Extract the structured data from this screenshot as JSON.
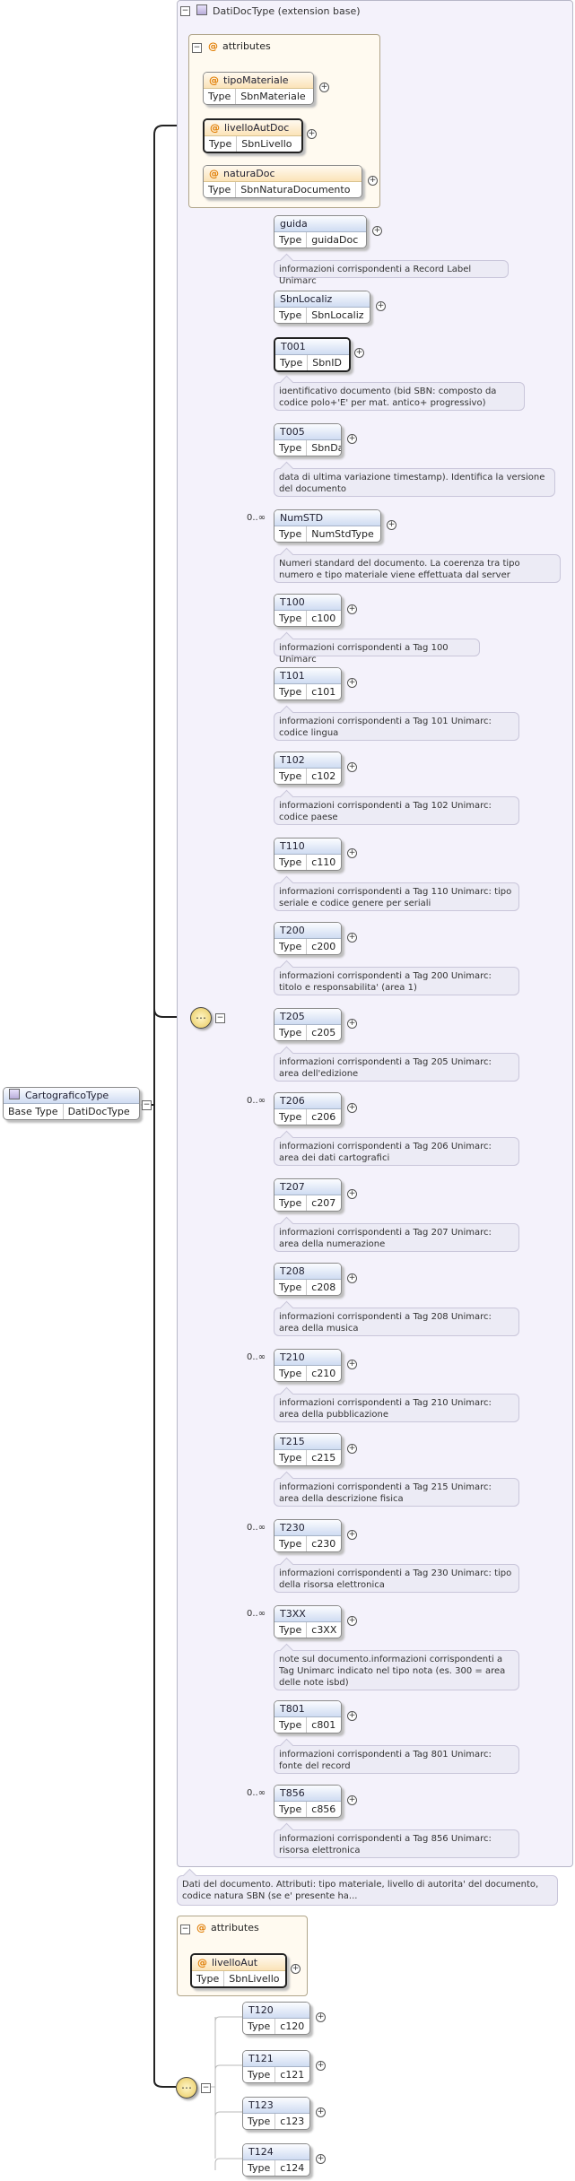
{
  "root": {
    "name": "CartograficoType",
    "base_key": "Base Type",
    "base_value": "DatiDocType"
  },
  "extension": {
    "title": "DatiDocType (extension base)"
  },
  "attributes_label": "attributes",
  "attrs": [
    {
      "name": "tipoMateriale",
      "type_key": "Type",
      "type_value": "SbnMateriale"
    },
    {
      "name": "livelloAutDoc",
      "type_key": "Type",
      "type_value": "SbnLivello"
    },
    {
      "name": "naturaDoc",
      "type_key": "Type",
      "type_value": "SbnNaturaDocumento"
    }
  ],
  "elements": [
    {
      "name": "guida",
      "type_key": "Type",
      "type_value": "guidaDoc",
      "occ": "",
      "doc": "informazioni corrispondenti a Record Label Unimarc"
    },
    {
      "name": "SbnLocaliz",
      "type_key": "Type",
      "type_value": "SbnLocaliz",
      "occ": "",
      "doc": ""
    },
    {
      "name": "T001",
      "type_key": "Type",
      "type_value": "SbnID",
      "occ": "",
      "doc": "identificativo documento (bid SBN: composto da codice polo+'E' per mat. antico+ progressivo)"
    },
    {
      "name": "T005",
      "type_key": "Type",
      "type_value": "SbnDatavar",
      "occ": "",
      "doc": "data di ultima variazione timestamp). Identifica la versione del documento"
    },
    {
      "name": "NumSTD",
      "type_key": "Type",
      "type_value": "NumStdType",
      "occ": "0..∞",
      "doc": "Numeri standard del documento. La coerenza tra tipo numero e tipo materiale viene effettuata dal server"
    },
    {
      "name": "T100",
      "type_key": "Type",
      "type_value": "c100",
      "occ": "",
      "doc": "informazioni corrispondenti a Tag 100 Unimarc"
    },
    {
      "name": "T101",
      "type_key": "Type",
      "type_value": "c101",
      "occ": "",
      "doc": "informazioni corrispondenti a Tag 101 Unimarc: codice lingua"
    },
    {
      "name": "T102",
      "type_key": "Type",
      "type_value": "c102",
      "occ": "",
      "doc": "informazioni corrispondenti a Tag 102 Unimarc: codice paese"
    },
    {
      "name": "T110",
      "type_key": "Type",
      "type_value": "c110",
      "occ": "",
      "doc": "informazioni corrispondenti a Tag 110 Unimarc: tipo seriale e codice genere per seriali"
    },
    {
      "name": "T200",
      "type_key": "Type",
      "type_value": "c200",
      "occ": "",
      "doc": "informazioni corrispondenti a Tag 200 Unimarc: titolo e responsabilita' (area 1)"
    },
    {
      "name": "T205",
      "type_key": "Type",
      "type_value": "c205",
      "occ": "",
      "doc": "informazioni corrispondenti a Tag 205 Unimarc: area dell'edizione"
    },
    {
      "name": "T206",
      "type_key": "Type",
      "type_value": "c206",
      "occ": "0..∞",
      "doc": "informazioni corrispondenti a Tag 206 Unimarc: area dei dati cartografici"
    },
    {
      "name": "T207",
      "type_key": "Type",
      "type_value": "c207",
      "occ": "",
      "doc": "informazioni corrispondenti a Tag 207 Unimarc: area della numerazione"
    },
    {
      "name": "T208",
      "type_key": "Type",
      "type_value": "c208",
      "occ": "",
      "doc": "informazioni corrispondenti a Tag 208 Unimarc: area della musica"
    },
    {
      "name": "T210",
      "type_key": "Type",
      "type_value": "c210",
      "occ": "0..∞",
      "doc": "informazioni corrispondenti a Tag 210 Unimarc: area della pubblicazione"
    },
    {
      "name": "T215",
      "type_key": "Type",
      "type_value": "c215",
      "occ": "",
      "doc": "informazioni corrispondenti a Tag 215 Unimarc: area della descrizione fisica"
    },
    {
      "name": "T230",
      "type_key": "Type",
      "type_value": "c230",
      "occ": "0..∞",
      "doc": "informazioni corrispondenti a Tag 230 Unimarc: tipo della risorsa elettronica"
    },
    {
      "name": "T3XX",
      "type_key": "Type",
      "type_value": "c3XX",
      "occ": "0..∞",
      "doc": "note sul documento.informazioni corrispondenti a Tag Unimarc indicato nel tipo nota (es. 300 = area delle note isbd)"
    },
    {
      "name": "T801",
      "type_key": "Type",
      "type_value": "c801",
      "occ": "",
      "doc": "informazioni corrispondenti a Tag 801 Unimarc: fonte del record"
    },
    {
      "name": "T856",
      "type_key": "Type",
      "type_value": "c856",
      "occ": "0..∞",
      "doc": "informazioni corrispondenti a Tag 856 Unimarc: risorsa elettronica"
    }
  ],
  "ext_doc": "Dati del documento. Attributi: tipo materiale, livello di autorita' del documento, codice natura SBN (se e' presente ha...",
  "attrs2": [
    {
      "name": "livelloAut",
      "type_key": "Type",
      "type_value": "SbnLivello"
    }
  ],
  "elements2": [
    {
      "name": "T120",
      "type_key": "Type",
      "type_value": "c120"
    },
    {
      "name": "T121",
      "type_key": "Type",
      "type_value": "c121"
    },
    {
      "name": "T123",
      "type_key": "Type",
      "type_value": "c123"
    },
    {
      "name": "T124",
      "type_key": "Type",
      "type_value": "c124"
    }
  ],
  "icons": {
    "sequence": "sequence-icon",
    "expand": "plus-icon",
    "collapse": "minus-icon",
    "attribute": "attribute-icon",
    "complex_type": "complex-type-icon"
  }
}
